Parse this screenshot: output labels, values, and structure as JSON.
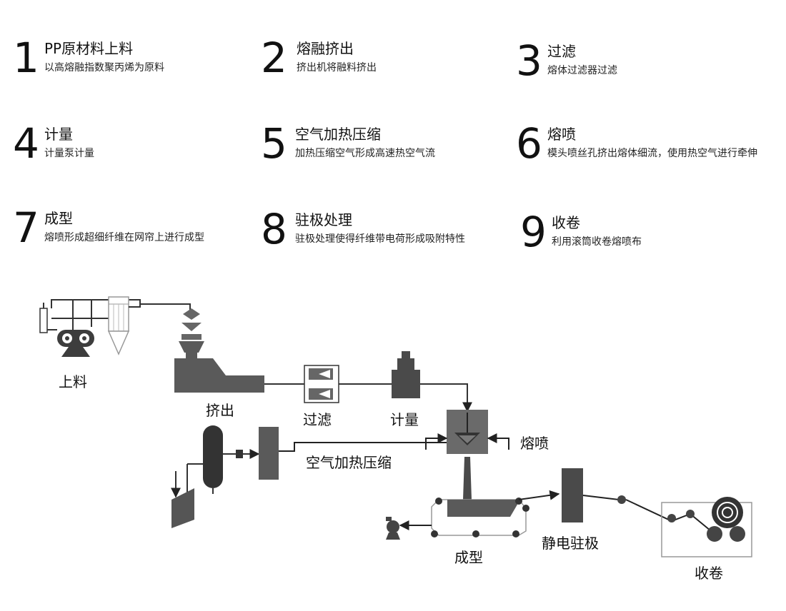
{
  "steps": [
    {
      "num": "1",
      "title": "PP原材料上料",
      "desc": "以高熔融指数聚丙烯为原料"
    },
    {
      "num": "2",
      "title": "熔融挤出",
      "desc": "挤出机将融料挤出"
    },
    {
      "num": "3",
      "title": "过滤",
      "desc": "熔体过滤器过滤"
    },
    {
      "num": "4",
      "title": "计量",
      "desc": "计量泵计量"
    },
    {
      "num": "5",
      "title": "空气加热压缩",
      "desc": "加热压缩空气形成高速热空气流"
    },
    {
      "num": "6",
      "title": "熔喷",
      "desc": "模头喷丝孔挤出熔体细流，使用热空气进行牵伸"
    },
    {
      "num": "7",
      "title": "成型",
      "desc": "熔喷形成超细纤维在网帘上进行成型"
    },
    {
      "num": "8",
      "title": "驻极处理",
      "desc": "驻极处理使得纤维带电荷形成吸附特性"
    },
    {
      "num": "9",
      "title": "收卷",
      "desc": "利用滚筒收卷熔喷布"
    }
  ],
  "diagram_labels": {
    "feeding": "上料",
    "extrusion": "挤出",
    "filtering": "过滤",
    "metering": "计量",
    "meltblown": "熔喷",
    "air_heating": "空气加热压缩",
    "forming": "成型",
    "electret": "静电驻极",
    "winding": "收卷"
  },
  "colors": {
    "machine": "#5a5a5a",
    "dark": "#333333",
    "outline": "#9a9a9a",
    "line": "#222222"
  }
}
